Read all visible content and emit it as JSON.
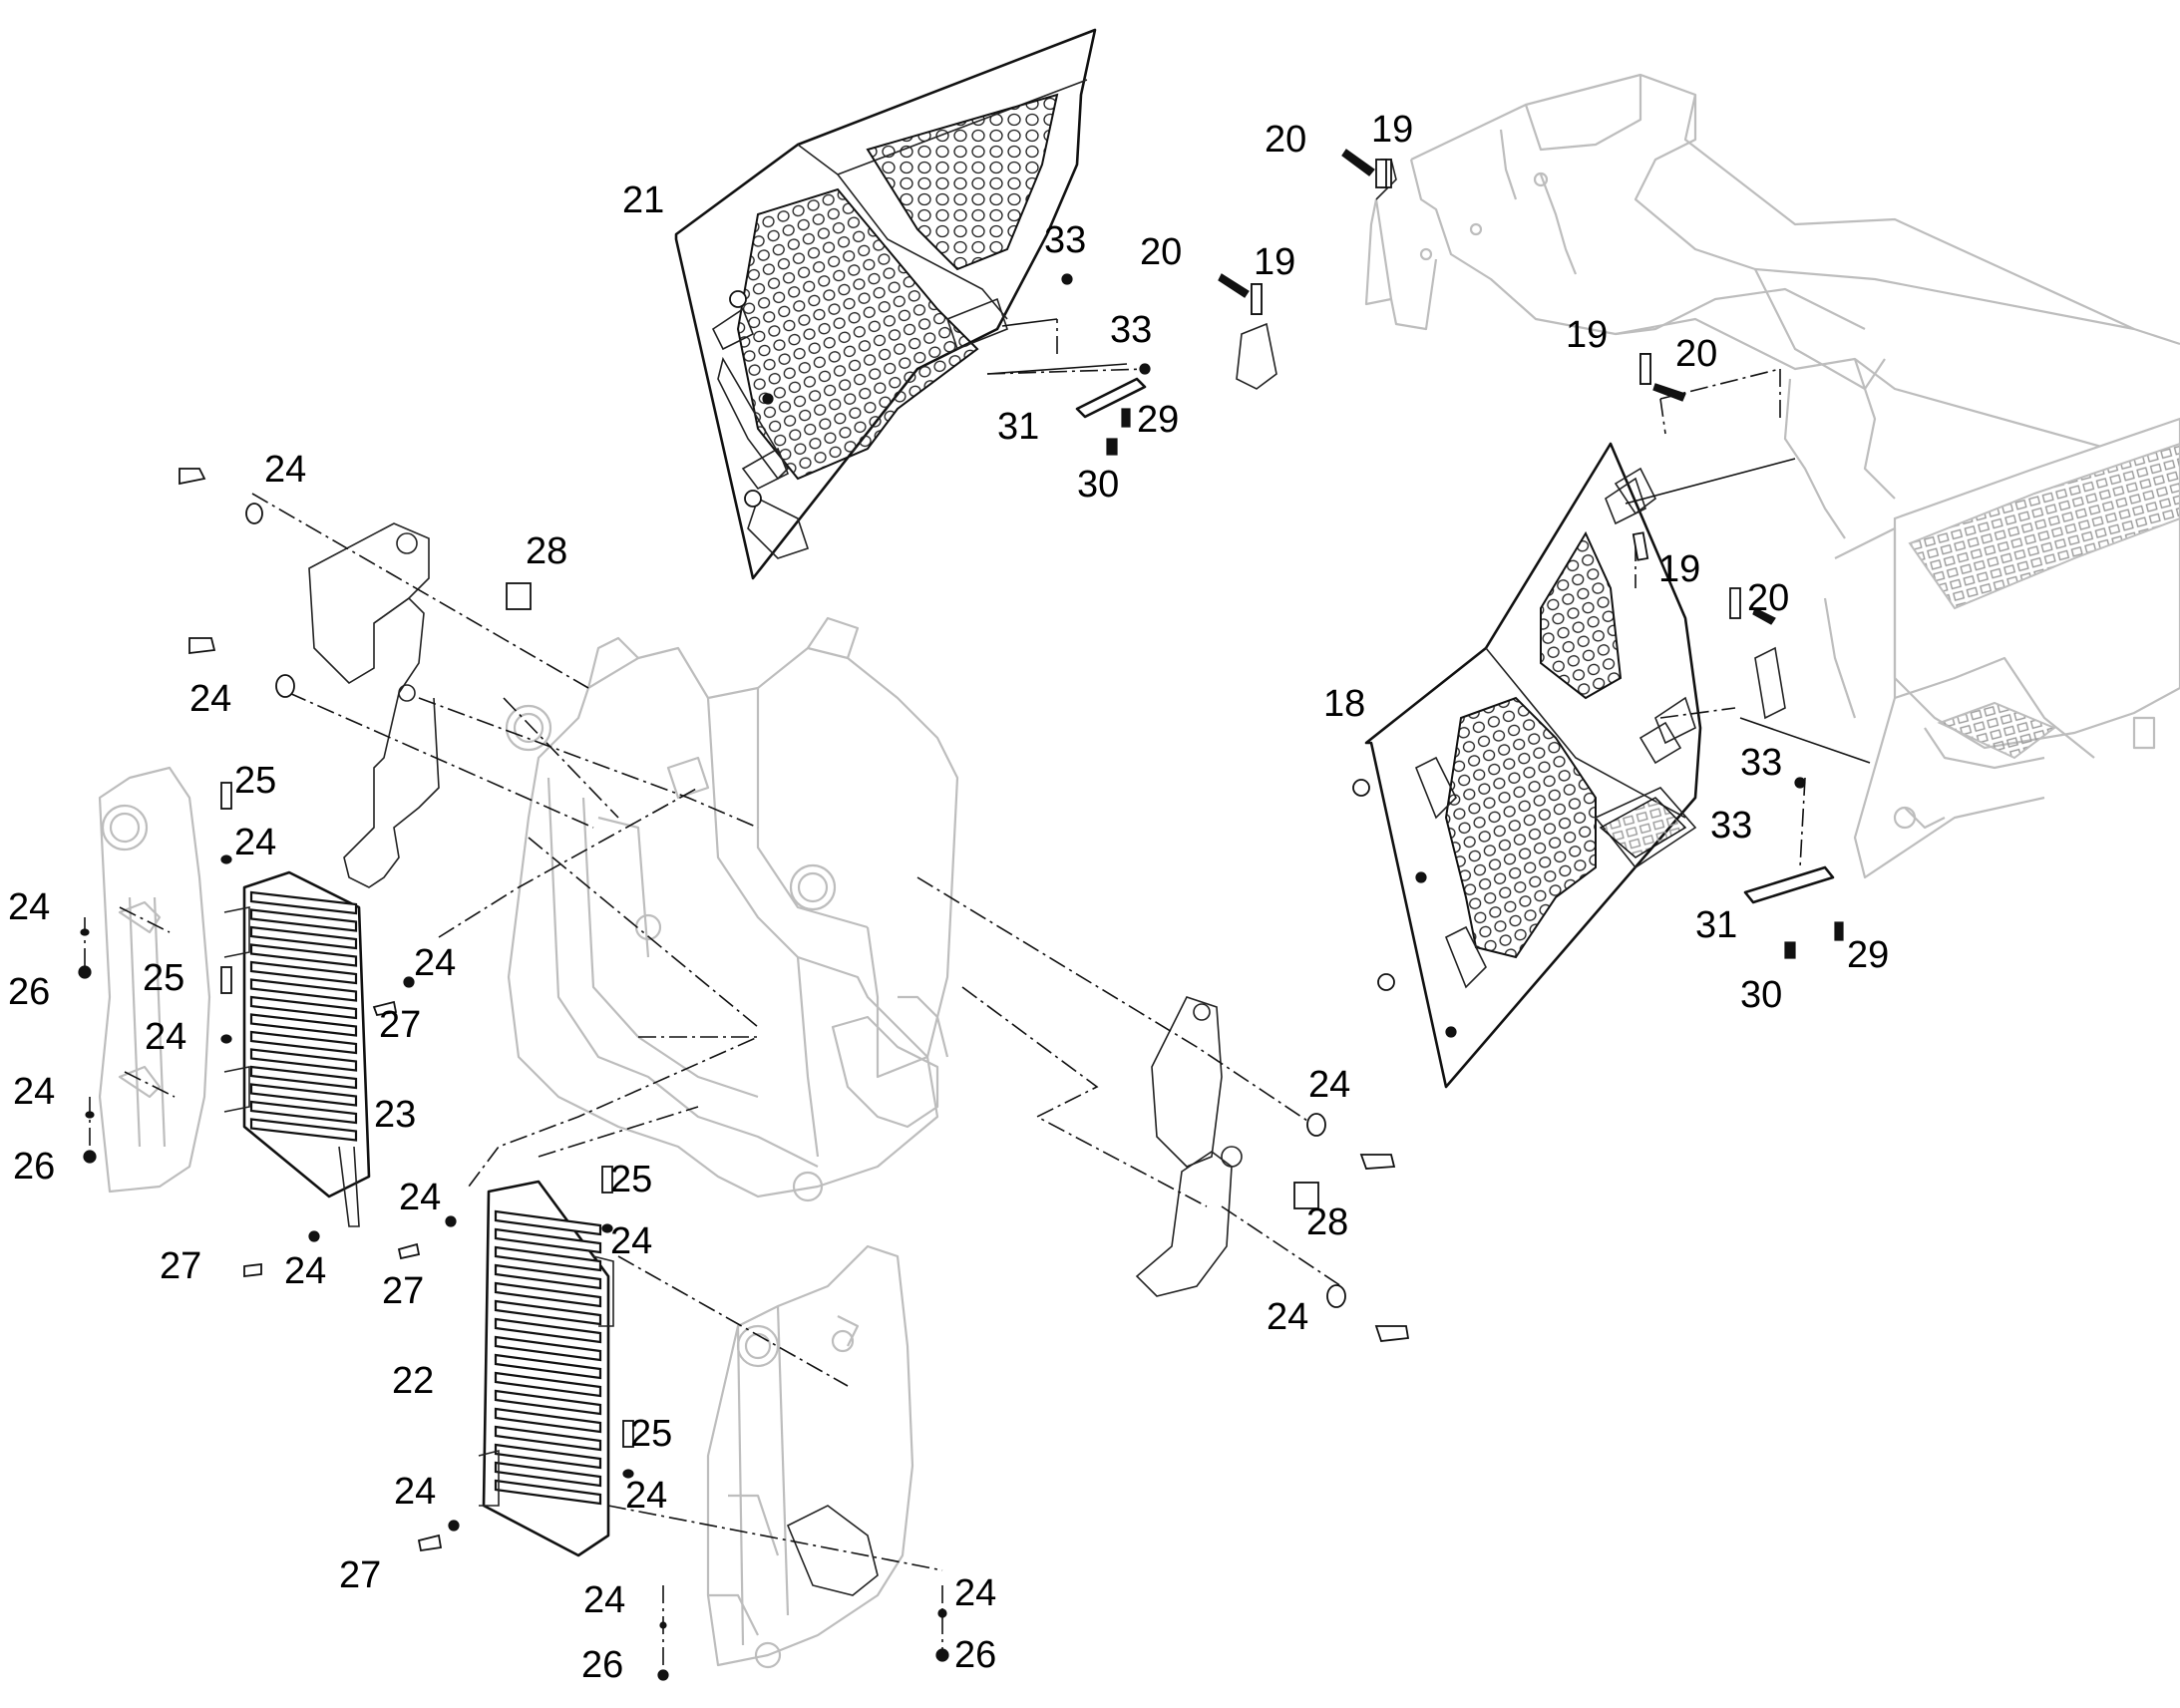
{
  "callouts": [
    {
      "id": "c21",
      "text": "21"
    },
    {
      "id": "c33a",
      "text": "33"
    },
    {
      "id": "c33b",
      "text": "33"
    },
    {
      "id": "c31a",
      "text": "31"
    },
    {
      "id": "c29a",
      "text": "29"
    },
    {
      "id": "c30a",
      "text": "30"
    },
    {
      "id": "c20a",
      "text": "20"
    },
    {
      "id": "c19a",
      "text": "19"
    },
    {
      "id": "c20b",
      "text": "20"
    },
    {
      "id": "c19b",
      "text": "19"
    },
    {
      "id": "c19c",
      "text": "19"
    },
    {
      "id": "c20c",
      "text": "20"
    },
    {
      "id": "c19d",
      "text": "19"
    },
    {
      "id": "c20d",
      "text": "20"
    },
    {
      "id": "c18",
      "text": "18"
    },
    {
      "id": "c33c",
      "text": "33"
    },
    {
      "id": "c33d",
      "text": "33"
    },
    {
      "id": "c31b",
      "text": "31"
    },
    {
      "id": "c29b",
      "text": "29"
    },
    {
      "id": "c30b",
      "text": "30"
    },
    {
      "id": "c24a",
      "text": "24"
    },
    {
      "id": "c28a",
      "text": "28"
    },
    {
      "id": "c24b",
      "text": "24"
    },
    {
      "id": "c25a",
      "text": "25"
    },
    {
      "id": "c24c",
      "text": "24"
    },
    {
      "id": "c24d",
      "text": "24"
    },
    {
      "id": "c26a",
      "text": "26"
    },
    {
      "id": "c25b",
      "text": "25"
    },
    {
      "id": "c24e",
      "text": "24"
    },
    {
      "id": "c24f",
      "text": "24"
    },
    {
      "id": "c27a",
      "text": "27"
    },
    {
      "id": "c24g",
      "text": "24"
    },
    {
      "id": "c26b",
      "text": "26"
    },
    {
      "id": "c23",
      "text": "23"
    },
    {
      "id": "c27b",
      "text": "27"
    },
    {
      "id": "c24h",
      "text": "24"
    },
    {
      "id": "c24i",
      "text": "24"
    },
    {
      "id": "c27c",
      "text": "27"
    },
    {
      "id": "c25c",
      "text": "25"
    },
    {
      "id": "c24j",
      "text": "24"
    },
    {
      "id": "c22",
      "text": "22"
    },
    {
      "id": "c25d",
      "text": "25"
    },
    {
      "id": "c24k",
      "text": "24"
    },
    {
      "id": "c24l",
      "text": "24"
    },
    {
      "id": "c27d",
      "text": "27"
    },
    {
      "id": "c24m",
      "text": "24"
    },
    {
      "id": "c26c",
      "text": "26"
    },
    {
      "id": "c24n",
      "text": "24"
    },
    {
      "id": "c26d",
      "text": "26"
    },
    {
      "id": "c24o",
      "text": "24"
    },
    {
      "id": "c28b",
      "text": "28"
    },
    {
      "id": "c24p",
      "text": "24"
    }
  ]
}
